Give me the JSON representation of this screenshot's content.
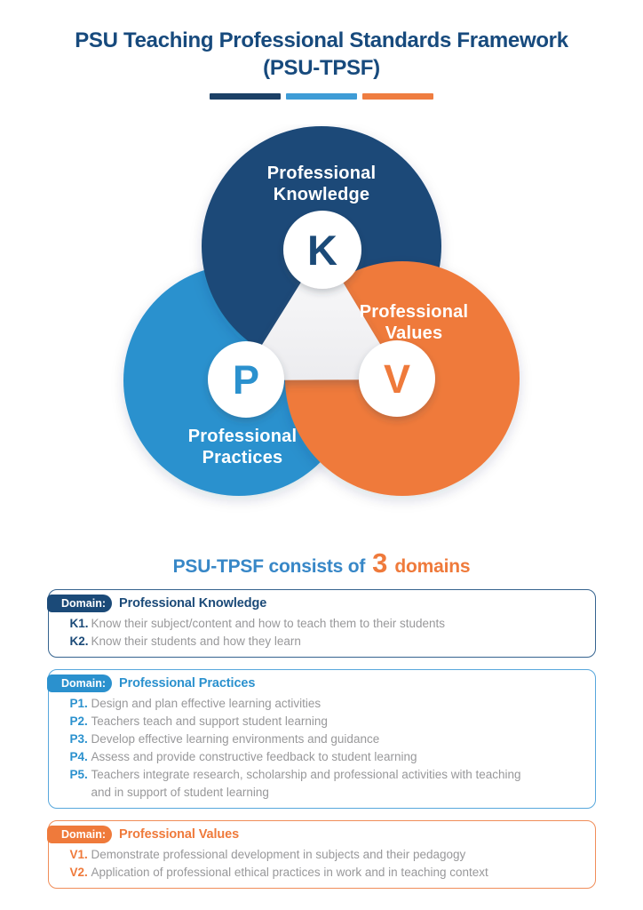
{
  "title": {
    "line1": "PSU Teaching Professional Standards Framework",
    "line2": "(PSU-TPSF)"
  },
  "colors": {
    "navy": "#1B4A78",
    "blue": "#2B91CE",
    "orange": "#EF7A3B",
    "heading_blue": "#3787C7",
    "item_text_gray": "#98989A",
    "triangle_gray": "#F1F1F3"
  },
  "venn": {
    "circles": [
      {
        "id": "knowledge",
        "letter": "K",
        "line1": "Professional",
        "line2": "Knowledge",
        "color": "#1B4A78"
      },
      {
        "id": "practices",
        "letter": "P",
        "line1": "Professional",
        "line2": "Practices",
        "color": "#2B91CE"
      },
      {
        "id": "values",
        "letter": "V",
        "line1": "Professional",
        "line2": "Values",
        "color": "#EF7A3B"
      }
    ]
  },
  "subheading": {
    "prefix": "PSU-TPSF consists of",
    "count": "3",
    "suffix": "domains"
  },
  "domains": [
    {
      "tag": "Domain:",
      "name": "Professional Knowledge",
      "items": [
        {
          "code": "K1.",
          "text": "Know their subject/content and how to teach them to their students"
        },
        {
          "code": "K2.",
          "text": "Know their students and how they learn"
        }
      ]
    },
    {
      "tag": "Domain:",
      "name": "Professional Practices",
      "items": [
        {
          "code": "P1.",
          "text": "Design and plan effective learning activities"
        },
        {
          "code": "P2.",
          "text": "Teachers teach and support student learning"
        },
        {
          "code": "P3.",
          "text": "Develop effective learning environments and guidance"
        },
        {
          "code": "P4.",
          "text": "Assess and provide constructive feedback to student learning"
        },
        {
          "code": "P5.",
          "text": "Teachers integrate research, scholarship and professional activities with teaching and in support of student learning"
        }
      ]
    },
    {
      "tag": "Domain:",
      "name": "Professional Values",
      "items": [
        {
          "code": "V1.",
          "text": "Demonstrate professional development in subjects and their pedagogy"
        },
        {
          "code": "V2.",
          "text": "Application of professional ethical practices in work and in teaching context"
        }
      ]
    }
  ]
}
